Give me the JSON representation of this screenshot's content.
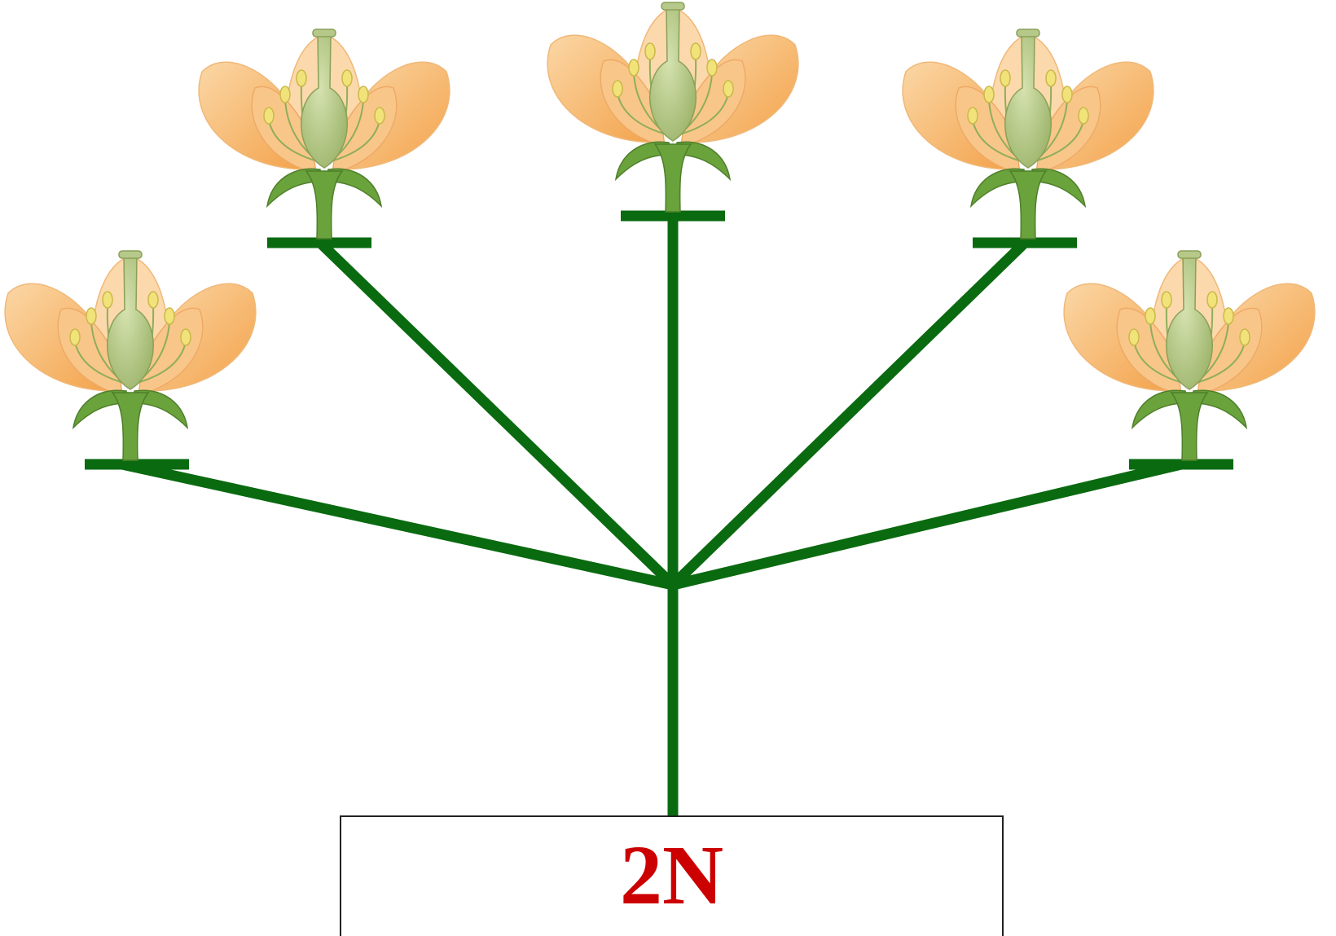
{
  "label": {
    "text": "2N"
  },
  "colors": {
    "stem": "#0a6a10",
    "label": "#cc0000",
    "petal_light": "#fde7c6",
    "petal_dark": "#f4a84f",
    "pistil": "#b7c98a",
    "sepal": "#6aa23c",
    "anther": "#f2e27a"
  },
  "flowers": [
    {
      "name": "flower-left"
    },
    {
      "name": "flower-upper-left"
    },
    {
      "name": "flower-top-center"
    },
    {
      "name": "flower-upper-right"
    },
    {
      "name": "flower-right"
    }
  ]
}
